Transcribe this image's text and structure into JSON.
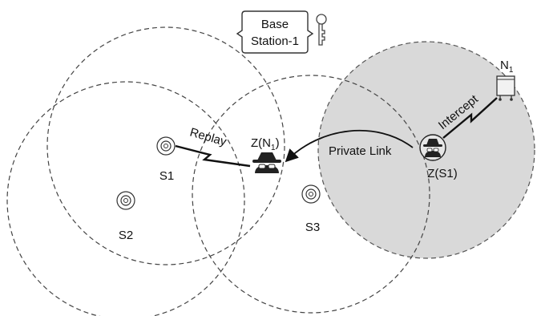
{
  "base_station": {
    "line1": "Base",
    "line2": "Station-1",
    "key_icon": "key-icon"
  },
  "sensors": {
    "s1": "S1",
    "s2": "S2",
    "s3": "S3"
  },
  "attackers": {
    "z_n1_base": "Z(N",
    "z_n1_sub": "1",
    "z_n1_close": ")",
    "z_s1": "Z(S1)",
    "icon": "spy-hat-icon"
  },
  "node_n1": {
    "base": "N",
    "sub": "1",
    "icon": "device-icon"
  },
  "links": {
    "replay": "Replay",
    "intercept": "Intercept",
    "private": "Private Link"
  },
  "colors": {
    "shaded_region": "#d9d9d9",
    "stroke": "#333333",
    "attacker": "#222222"
  }
}
